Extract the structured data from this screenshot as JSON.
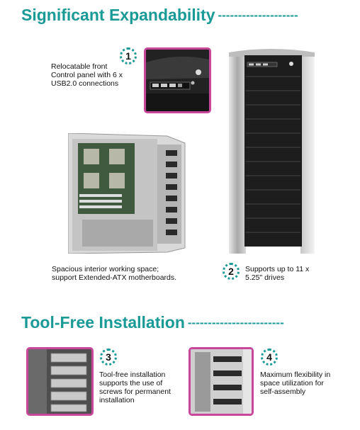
{
  "section1": {
    "title": "Significant Expandability",
    "dashes": "--------------------"
  },
  "feature1": {
    "number": "1",
    "lines": [
      "Relocatable front",
      "Control panel with 6 x",
      "USB2.0 connections"
    ]
  },
  "interior": {
    "lines": [
      "Spacious interior working space;",
      "support Extended-ATX motherboards."
    ]
  },
  "feature2": {
    "number": "2",
    "lines": [
      "Supports up to 11 x",
      "5.25\" drives"
    ]
  },
  "section2": {
    "title": "Tool-Free Installation",
    "dashes": "------------------------"
  },
  "feature3": {
    "number": "3",
    "lines": [
      "Tool-free installation",
      "supports the use of",
      "screws for permanent",
      "installation"
    ]
  },
  "feature4": {
    "number": "4",
    "lines": [
      "Maximum flexibility in",
      "space utilization for",
      "self-assembly"
    ]
  },
  "colors": {
    "accent": "#1a9a96",
    "frame": "#c8479b"
  }
}
